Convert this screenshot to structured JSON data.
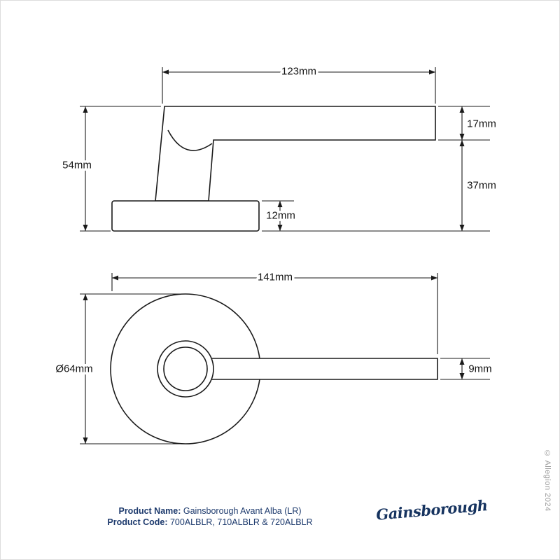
{
  "colors": {
    "line": "#1a1a1a",
    "navy_text": "#1d3a6d",
    "logo_navy": "#16335f",
    "muted_gray": "#9b9b9b"
  },
  "dims": {
    "lever_length": "123mm",
    "overall_height": "54mm",
    "lever_thickness_side": "17mm",
    "handle_drop": "37mm",
    "rose_thickness": "12mm",
    "overall_length": "141mm",
    "rose_diameter": "Ø64mm",
    "lever_thickness_front": "9mm"
  },
  "footer": {
    "product_name_label": "Product Name:",
    "product_name_value": "Gainsborough Avant Alba (LR)",
    "product_code_label": "Product Code:",
    "product_code_value": "700ALBLR, 710ALBLR & 720ALBLR",
    "brand": "Gainsborough",
    "copyright": "© Allegion 2024"
  }
}
